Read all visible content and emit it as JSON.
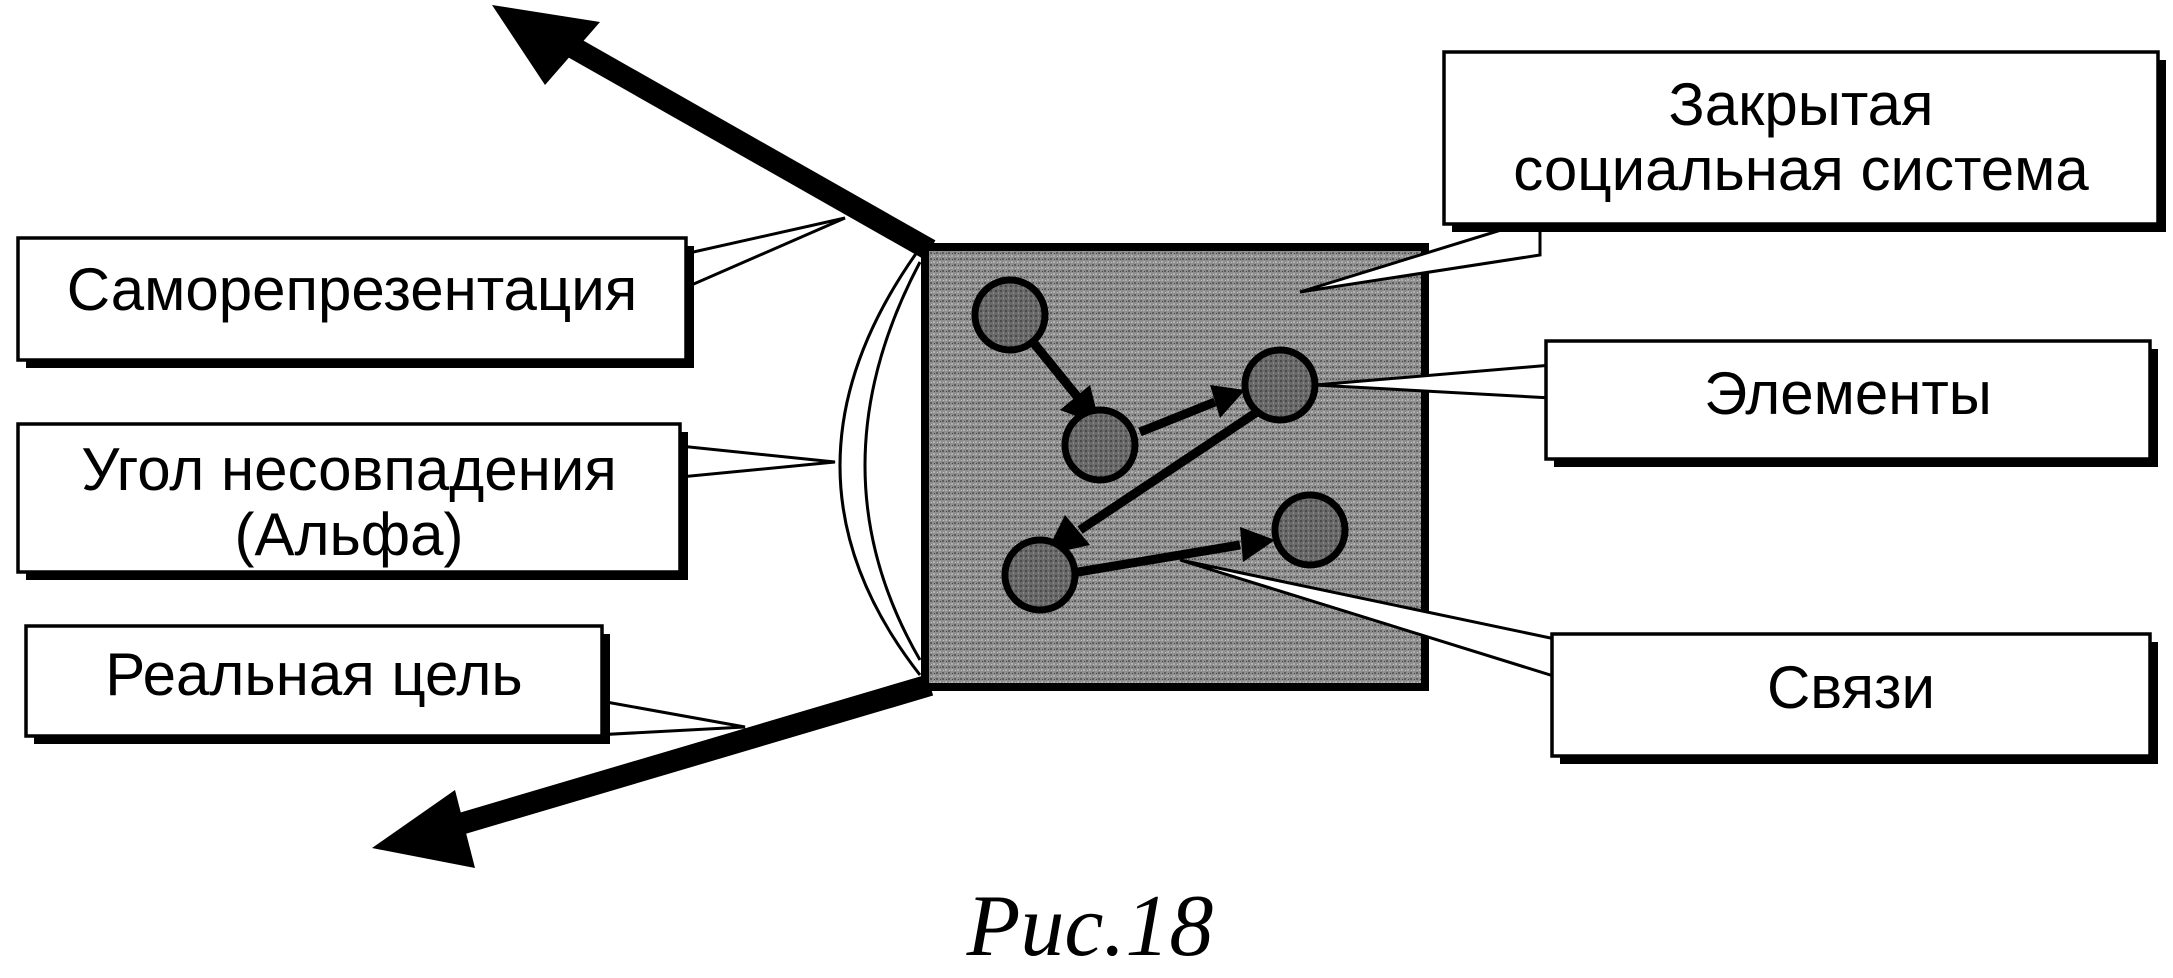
{
  "labels": {
    "self_presentation": "Саморепрезентация",
    "angle_line1": "Угол несовпадения",
    "angle_line2": "(Альфа)",
    "real_goal": "Реальная цель",
    "closed_system_line1": "Закрытая",
    "closed_system_line2": "социальная система",
    "elements": "Элементы",
    "links": "Связи"
  },
  "caption": "Рис.18",
  "colors": {
    "ink": "#000000",
    "box_fill": "#8c8c8c",
    "node_fill": "#5a5a5a",
    "paper": "#ffffff"
  }
}
